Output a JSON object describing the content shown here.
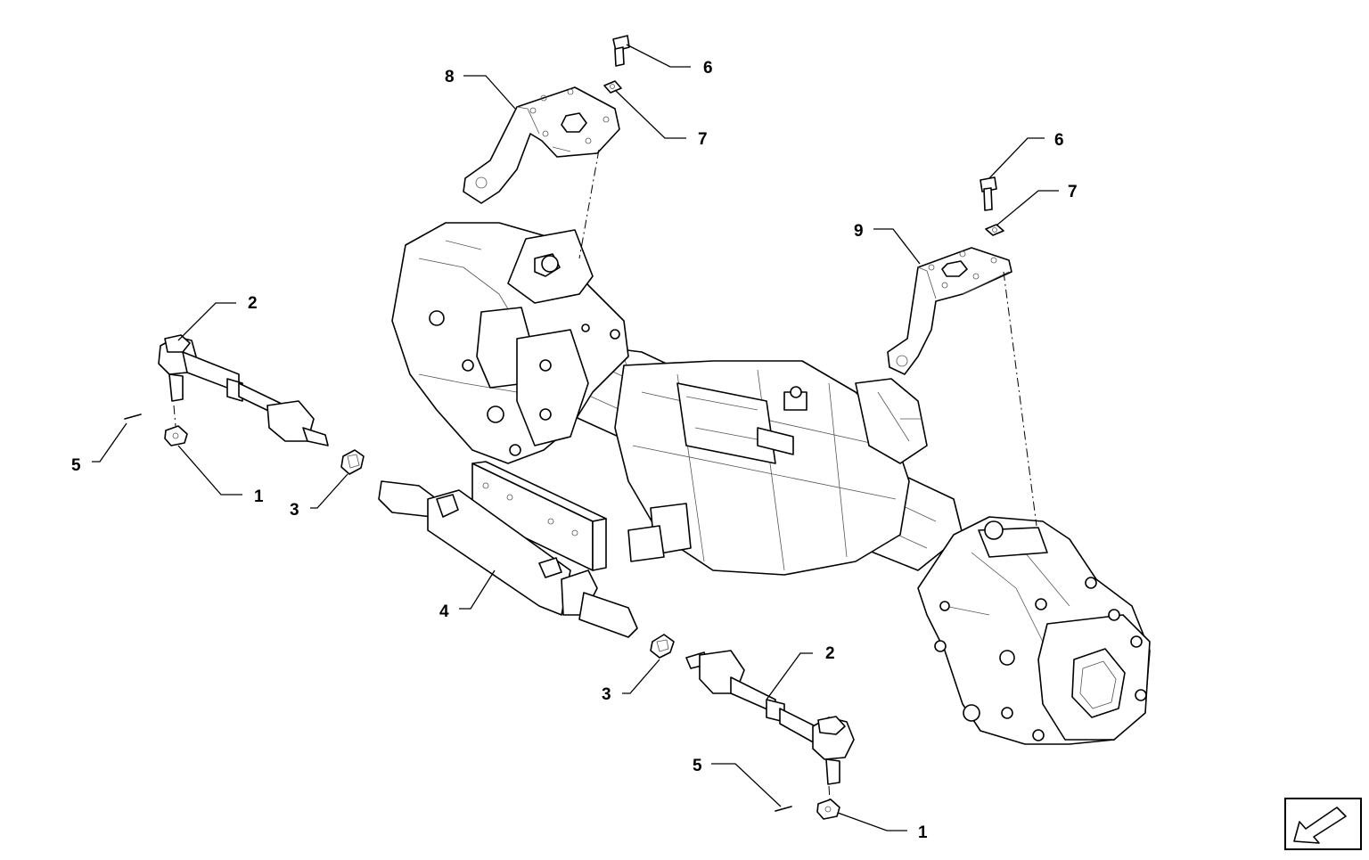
{
  "callouts": {
    "c8": "8",
    "c6a": "6",
    "c7a": "7",
    "c6b": "6",
    "c7b": "7",
    "c9": "9",
    "c2a": "2",
    "c5a": "5",
    "c1a": "1",
    "c3a": "3",
    "c4": "4",
    "c3b": "3",
    "c2b": "2",
    "c5b": "5",
    "c1b": "1"
  },
  "nav_icon": "arrow-down-left-icon"
}
